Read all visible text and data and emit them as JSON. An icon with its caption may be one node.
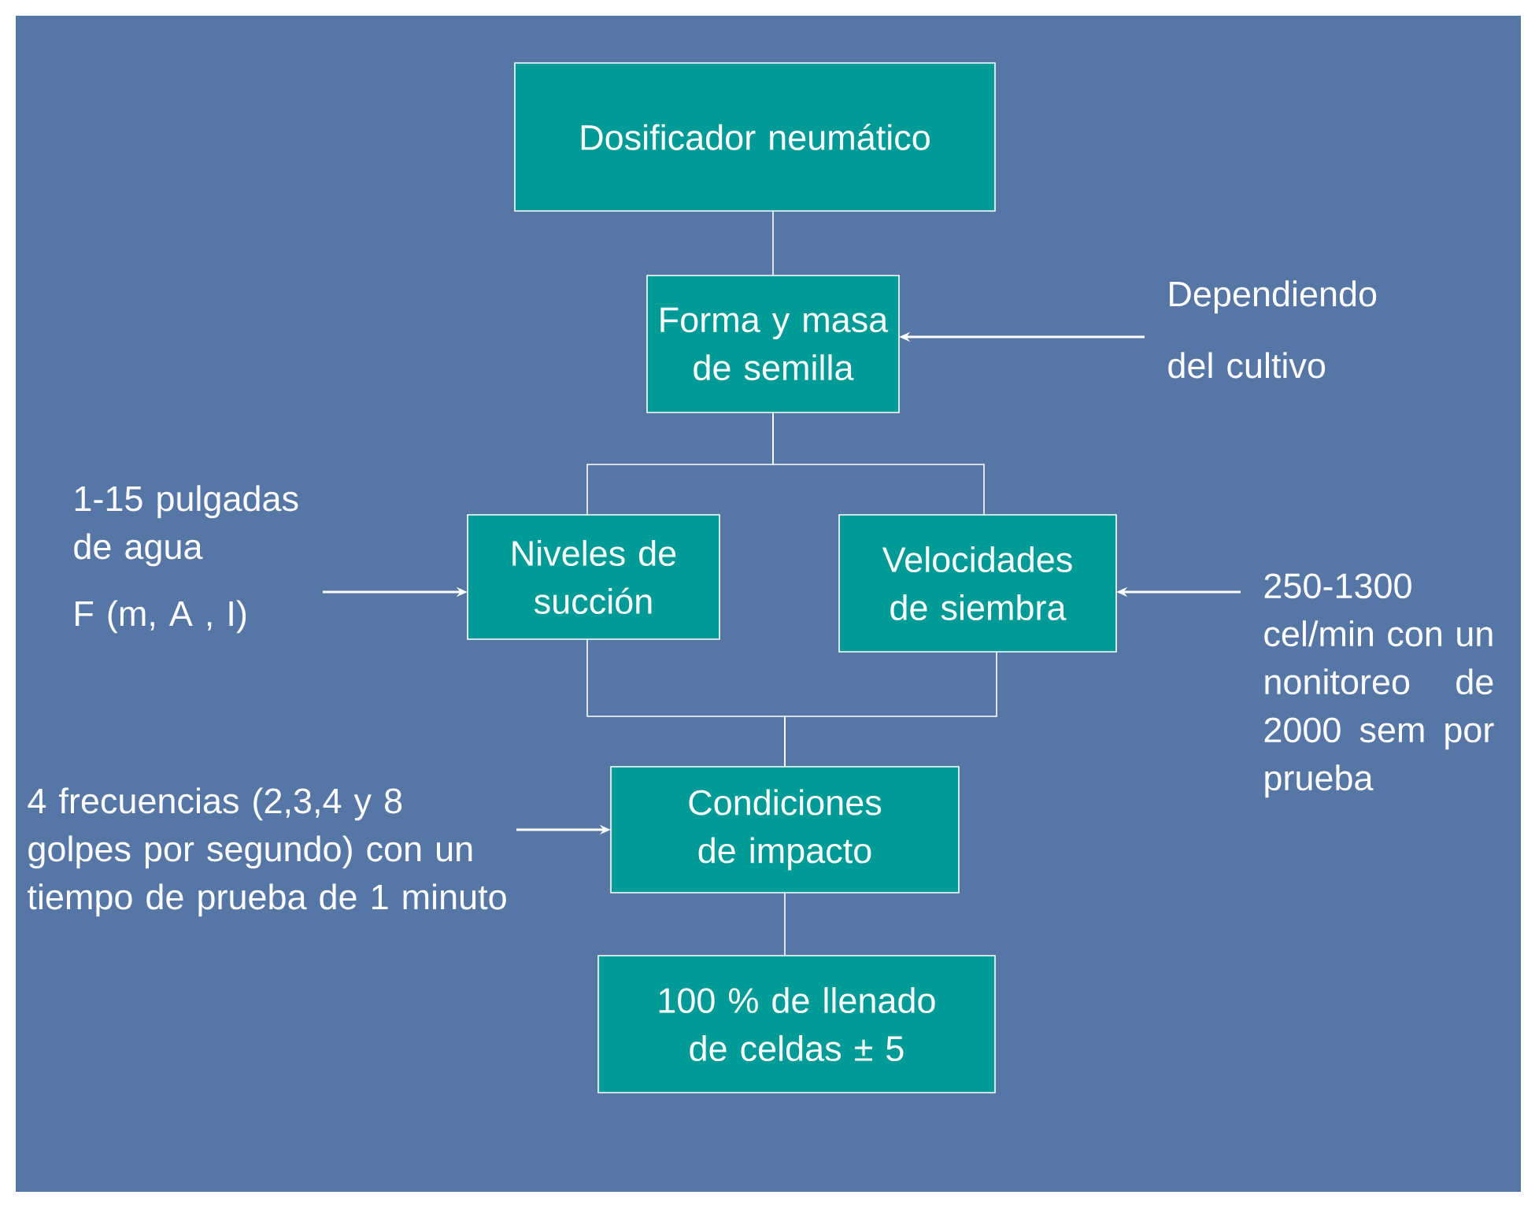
{
  "diagram": {
    "nodes": [
      {
        "text": [
          "Dosificador neumático"
        ]
      },
      {
        "text": [
          "Forma y masa de semilla"
        ]
      },
      {
        "text": [
          "Niveles de succión"
        ]
      },
      {
        "text": [
          "Velocidades de siembra"
        ]
      },
      {
        "text": [
          "Condiciones de impacto"
        ]
      },
      {
        "text": [
          "100 % de llenado de celdas ± 5"
        ]
      },
      {
        "text": [
          "Dependiendo",
          "del cultivo"
        ]
      },
      {
        "text": [
          "1-15 pulgadas de agua",
          "F (m, A , I)"
        ]
      },
      {
        "text": [
          "250-1300 cel/min con un nonitoreo de 2000 sem por prueba"
        ]
      },
      {
        "text": [
          "4 frecuencias (2,3,4 y 8 golpes por segundo) con un tiempo de prueba de 1 minuto"
        ]
      }
    ],
    "edges": [
      {
        "from": 0,
        "to": 1,
        "arrow": "none"
      },
      {
        "from": 1,
        "to": 2,
        "arrow": "none"
      },
      {
        "from": 1,
        "to": 3,
        "arrow": "none"
      },
      {
        "from": 2,
        "to": 4,
        "arrow": "none"
      },
      {
        "from": 3,
        "to": 4,
        "arrow": "none"
      },
      {
        "from": 4,
        "to": 5,
        "arrow": "none"
      },
      {
        "from": 6,
        "to": 1,
        "arrow": "to"
      },
      {
        "from": 7,
        "to": 2,
        "arrow": "to"
      },
      {
        "from": 8,
        "to": 3,
        "arrow": "to"
      },
      {
        "from": 9,
        "to": 4,
        "arrow": "to"
      }
    ]
  }
}
